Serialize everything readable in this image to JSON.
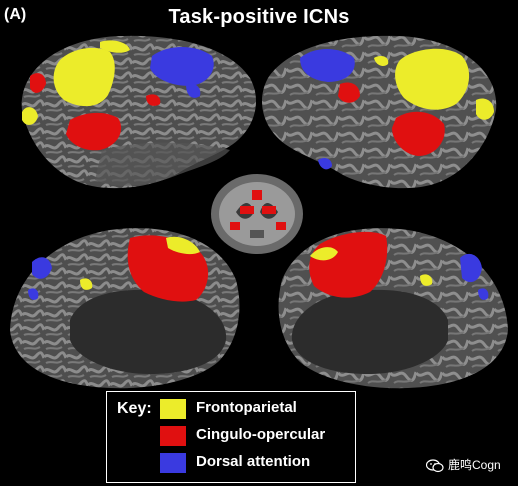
{
  "header": {
    "panel_label": "(A)",
    "title": "Task-positive ICNs"
  },
  "key": {
    "title": "Key:",
    "items": [
      {
        "label": "Frontoparietal",
        "color": "#ecec2a"
      },
      {
        "label": "Cingulo-opercular",
        "color": "#e01010"
      },
      {
        "label": "Dorsal attention",
        "color": "#3a3ae0"
      }
    ]
  },
  "watermark": {
    "text": "鹿鸣Cogn"
  },
  "colors": {
    "background": "#000000",
    "brain_dark": "#4a4a4a",
    "brain_light": "#8a8a8a",
    "frontoparietal": "#ecec2a",
    "cingulo_opercular": "#e01010",
    "dorsal_attention": "#3a3ae0"
  }
}
